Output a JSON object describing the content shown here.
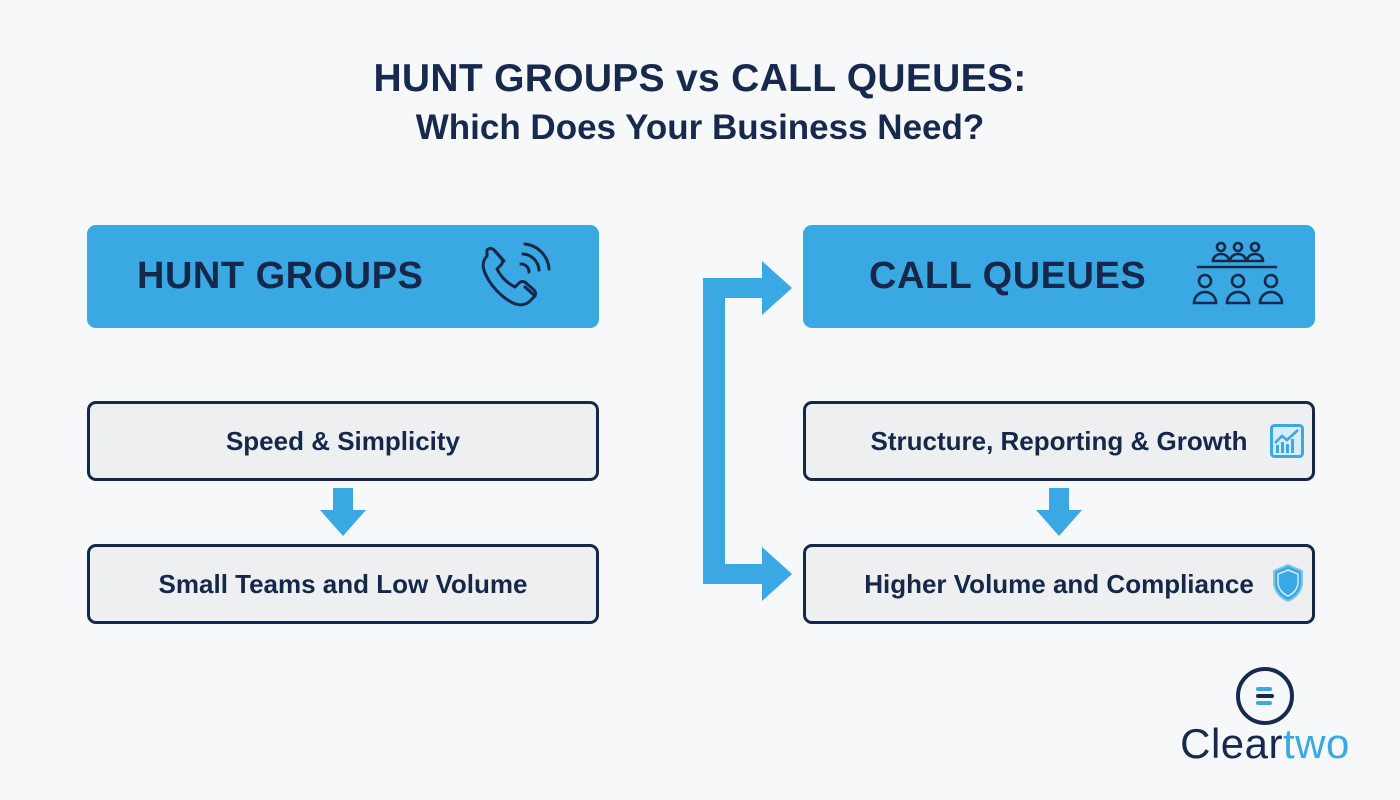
{
  "title": {
    "line1": "HUNT GROUPS vs CALL QUEUES:",
    "line2": "Which Does Your Business Need?"
  },
  "colors": {
    "accent_blue": "#3aa8e2",
    "navy": "#15284a",
    "box_fill": "#eeeff1",
    "background": "#f6f8fa"
  },
  "hunt_groups": {
    "header": "HUNT GROUPS",
    "header_icon": "phone-ringing-icon",
    "items": [
      {
        "label": "Speed & Simplicity"
      },
      {
        "label": "Small Teams and Low Volume"
      }
    ]
  },
  "call_queues": {
    "header": "CALL QUEUES",
    "header_icon": "team-hierarchy-icon",
    "items": [
      {
        "label": "Structure, Reporting & Growth",
        "icon": "growth-chart-icon"
      },
      {
        "label": "Higher Volume and Compliance",
        "icon": "shield-icon"
      }
    ]
  },
  "logo": {
    "word_part1": "Clear",
    "word_part2": "two",
    "icon": "equals-circle-icon"
  }
}
